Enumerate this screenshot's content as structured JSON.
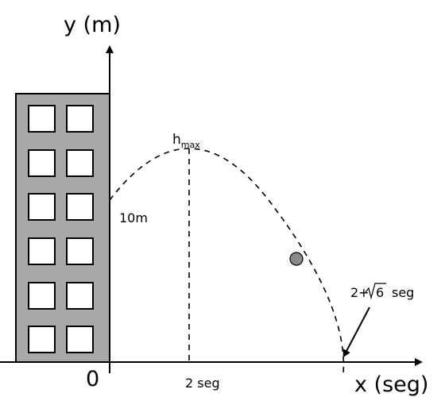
{
  "axes": {
    "y_label": "y (m)",
    "x_label": "x (seg)",
    "origin_label": "0"
  },
  "annotations": {
    "building_height": "10m",
    "hmax_base": "h",
    "hmax_sub": "max",
    "apex_time": "2 seg",
    "landing_prefix": "2+",
    "landing_radicand": "6",
    "landing_suffix": "seg"
  },
  "colors": {
    "building_fill": "#a9a9a9",
    "ball_fill": "#8a8a8a",
    "line": "#000000"
  }
}
